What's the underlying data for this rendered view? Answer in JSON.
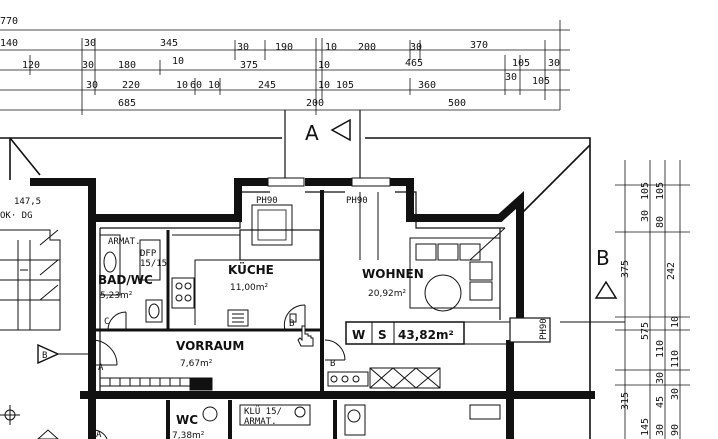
{
  "dimensions": {
    "row0": [
      "770"
    ],
    "row1": [
      "140",
      "30",
      "345",
      "30",
      "190",
      "10",
      "200",
      "30",
      "370"
    ],
    "row2": [
      "120",
      "30",
      "180",
      "10",
      "375",
      "10",
      "465",
      "105",
      "30"
    ],
    "row3": [
      "30",
      "220",
      "10",
      "60",
      "10",
      "245",
      "10",
      "105",
      "360",
      "30",
      "105"
    ],
    "row4": [
      "685",
      "200",
      "500"
    ],
    "right": [
      "30",
      "105",
      "375",
      "80",
      "105",
      "242",
      "575",
      "110",
      "10",
      "30",
      "110",
      "45",
      "30",
      "315",
      "145",
      "30",
      "90"
    ],
    "left": [
      "147,5",
      "OK· DG"
    ]
  },
  "sections": {
    "a": "A",
    "b": "B",
    "ph90_left": "PH90",
    "ph90_mid": "PH90",
    "ph90_right": "PH90"
  },
  "rooms": {
    "kuche": {
      "name": "KÜCHE",
      "area": "11,00m²"
    },
    "wohnen": {
      "name": "WOHNEN",
      "area": "20,92m²"
    },
    "bad": {
      "name": "BAD/WC",
      "area": "5,23m²",
      "note1": "ARMAT.",
      "note2": "DFP",
      "note3": "15/15"
    },
    "vorraum": {
      "name": "VORRAUM",
      "area": "7,67m²"
    },
    "wc": {
      "name": "WC",
      "area": "7,38m²"
    },
    "wohnung": {
      "w": "W",
      "s": "S",
      "area": "43,82m²"
    },
    "misc": {
      "c": "C",
      "b": "B",
      "a": "A",
      "b2": "B",
      "a2": "A",
      "klue": "KLÜ 15/",
      "armat2": "ARMAT."
    }
  }
}
